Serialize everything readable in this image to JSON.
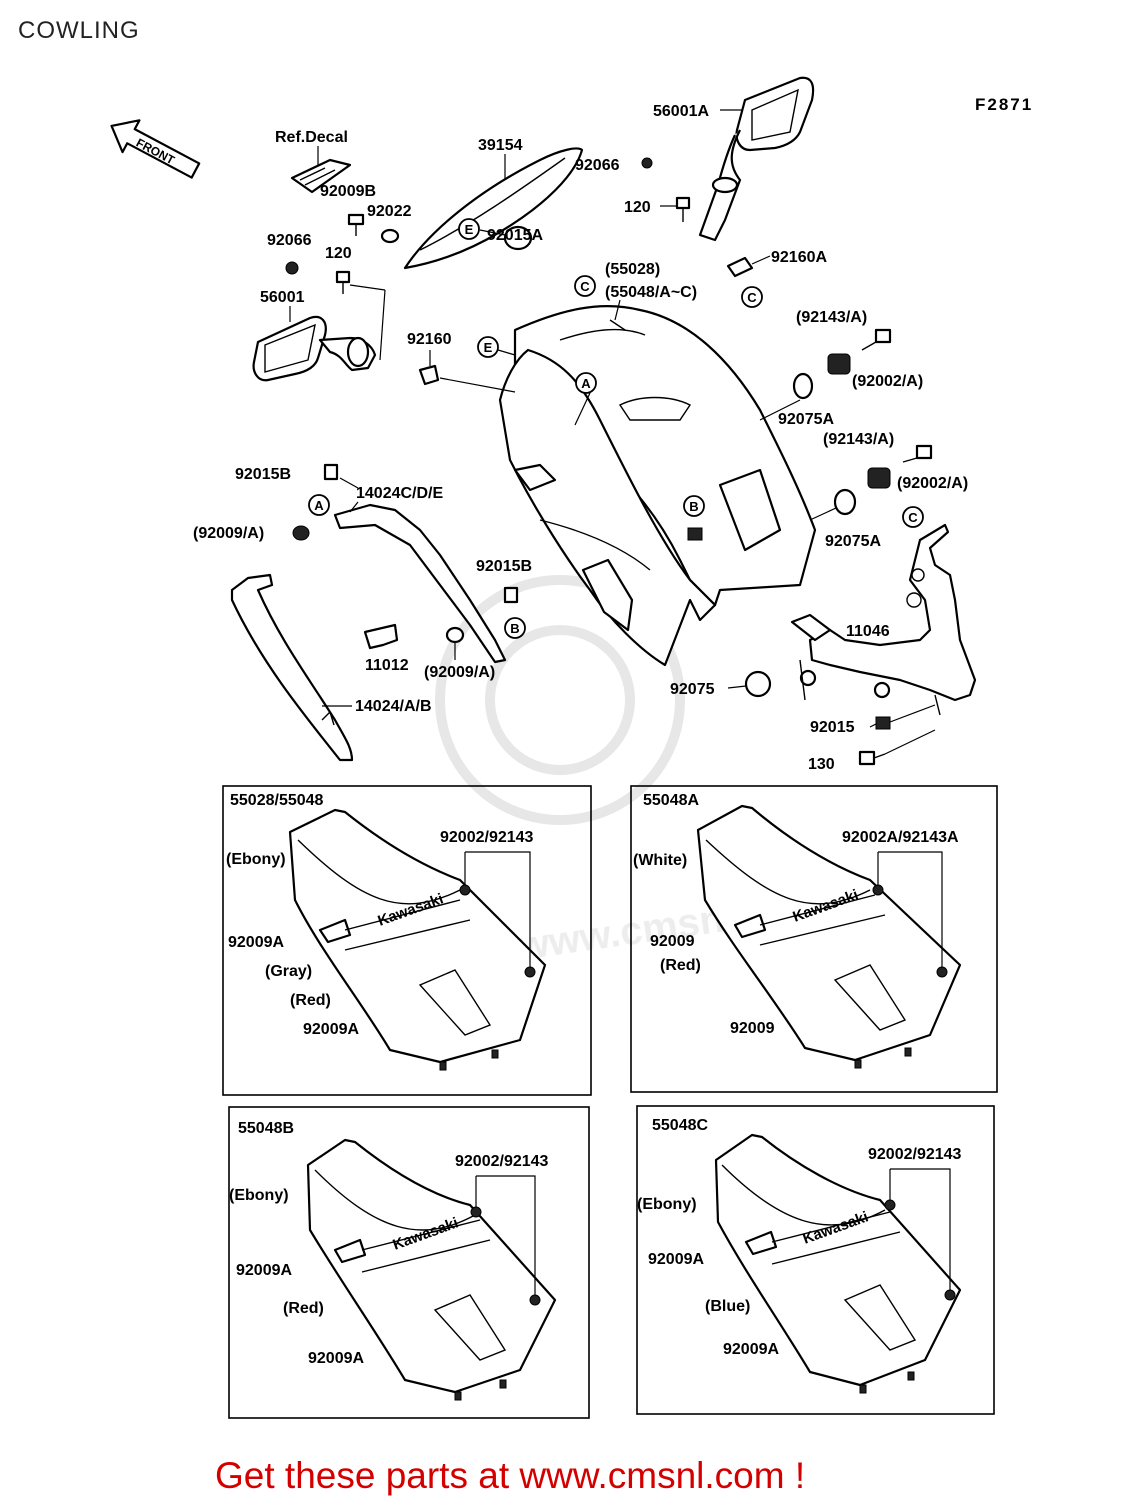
{
  "title": "COWLING",
  "figure_code": "F2871",
  "footer": "Get these parts at www.cmsnl.com !",
  "front_arrow": "FRONT",
  "watermark": "www.cmsnl.com",
  "callout_letters": {
    "a": "A",
    "b": "B",
    "c": "C",
    "e": "E"
  },
  "labels": {
    "ref_decal": "Ref.Decal",
    "p39154": "39154",
    "p92066_top": "92066",
    "p56001A": "56001A",
    "p120_right": "120",
    "p92009B": "92009B",
    "p92022": "92022",
    "p92066_left": "92066",
    "p120_left": "120",
    "p92015A": "92015A",
    "p92160A": "92160A",
    "p55028": "(55028)",
    "p55048": "(55048/A~C)",
    "p56001": "56001",
    "p92160": "92160",
    "p92143_1": "(92143/A)",
    "p92002_1": "(92002/A)",
    "p92075A_1": "92075A",
    "p92143_2": "(92143/A)",
    "p92002_2": "(92002/A)",
    "p92015B_1": "92015B",
    "p14024CDE": "14024C/D/E",
    "p92009A_1": "(92009/A)",
    "p92075A_2": "92075A",
    "p92015B_2": "92015B",
    "p11046": "11046",
    "p11012": "11012",
    "p92009A_2": "(92009/A)",
    "p92075": "92075",
    "p14024AB": "14024/A/B",
    "p92015": "92015",
    "p130": "130"
  },
  "insets": [
    {
      "title": "55028/55048",
      "brand": "Kawasaki",
      "hardware": "92002/92143",
      "upper_color": "(Ebony)",
      "trim_color": "(Gray)",
      "lower_color": "(Red)",
      "clip_upper": "92009A",
      "clip_lower": "92009A"
    },
    {
      "title": "55048A",
      "brand": "Kawasaki",
      "hardware": "92002A/92143A",
      "upper_color": "(White)",
      "lower_color": "(Red)",
      "clip_upper": "92009",
      "clip_lower": "92009"
    },
    {
      "title": "55048B",
      "brand": "Kawasaki",
      "hardware": "92002/92143",
      "upper_color": "(Ebony)",
      "lower_color": "(Red)",
      "clip_upper": "92009A",
      "clip_lower": "92009A"
    },
    {
      "title": "55048C",
      "brand": "Kawasaki",
      "hardware": "92002/92143",
      "upper_color": "(Ebony)",
      "lower_color": "(Blue)",
      "clip_upper": "92009A",
      "clip_lower": "92009A"
    }
  ]
}
